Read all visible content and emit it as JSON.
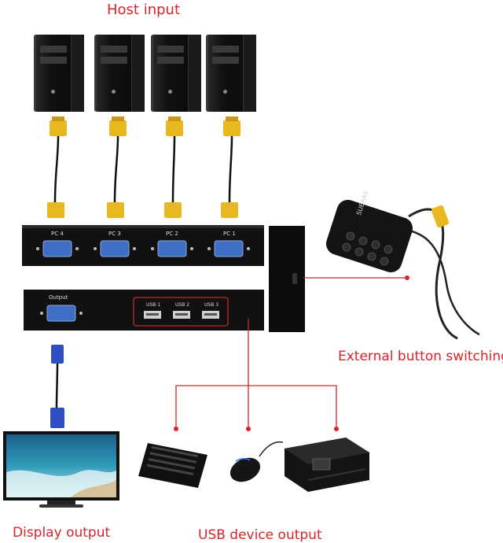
{
  "labels": {
    "host_input": "Host input",
    "external_switch": "External button switching",
    "display_output": "Display output",
    "usb_output": "USB device output"
  },
  "kvm_front": {
    "ports": [
      "PC 4",
      "PC 3",
      "PC 2",
      "PC 1"
    ]
  },
  "kvm_back": {
    "output_label": "Output",
    "usb_ports": [
      "USB 1",
      "USB 2",
      "USB 3"
    ]
  },
  "remote": {
    "brand": "SUBRAS"
  },
  "colors": {
    "accent_red": "#d8242a",
    "vga_blue": "#3f6fc4",
    "connector_yellow": "#e9b820",
    "device_black": "#111111"
  },
  "icons": [
    "pc-tower-icon",
    "vga-cable-icon",
    "kvm-switch-icon",
    "remote-button-icon",
    "monitor-icon",
    "keyboard-icon",
    "mouse-icon",
    "printer-icon"
  ]
}
